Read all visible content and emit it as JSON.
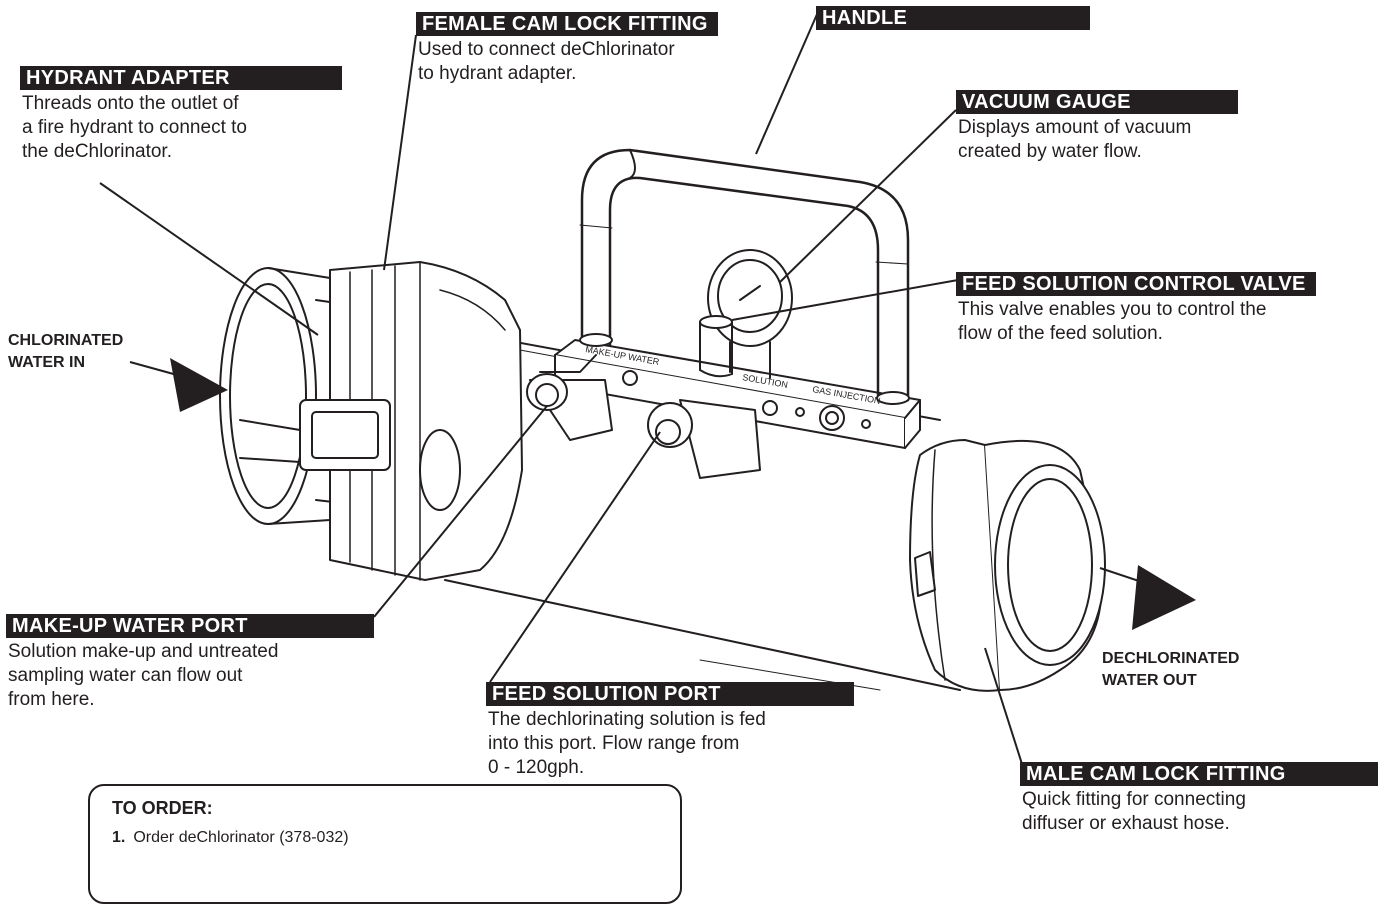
{
  "callouts": {
    "hydrant_adapter": {
      "title": "HYDRANT ADAPTER",
      "lines": [
        "Threads onto the outlet of",
        "a fire hydrant to connect to",
        "the deChlorinator."
      ]
    },
    "female_cam_lock": {
      "title": "FEMALE CAM LOCK FITTING",
      "lines": [
        "Used to connect deChlorinator",
        "to hydrant adapter."
      ]
    },
    "handle": {
      "title": "HANDLE"
    },
    "vacuum_gauge": {
      "title": "VACUUM GAUGE",
      "lines": [
        "Displays amount of vacuum",
        "created by water flow."
      ]
    },
    "feed_valve": {
      "title": "FEED SOLUTION CONTROL VALVE",
      "lines": [
        "This valve enables you to  control the",
        "flow of the feed solution."
      ]
    },
    "makeup_port": {
      "title": "MAKE-UP WATER PORT",
      "lines": [
        "Solution make-up and untreated",
        "sampling water can flow out",
        "from here."
      ]
    },
    "feed_port": {
      "title": "FEED SOLUTION PORT",
      "lines": [
        "The dechlorinating solution is fed",
        "into this port. Flow range from",
        "0 - 120gph."
      ]
    },
    "male_cam_lock": {
      "title": "MALE CAM LOCK FITTING",
      "lines": [
        "Quick fitting for connecting",
        "diffuser or exhaust hose."
      ]
    }
  },
  "flow_labels": {
    "inlet": [
      "CHLORINATED",
      "WATER IN"
    ],
    "outlet": [
      "DECHLORINATED",
      "WATER OUT"
    ]
  },
  "device_markings": {
    "makeup": "MAKE-UP WATER",
    "solution": "SOLUTION",
    "gas_injection": "GAS INJECTION"
  },
  "order_box": {
    "title": "TO ORDER:",
    "items": [
      {
        "num": "1.",
        "text": "Order deChlorinator (378-032)"
      }
    ]
  },
  "colors": {
    "ink": "#231f20",
    "tag_text": "#ffffff",
    "background": "#ffffff"
  }
}
